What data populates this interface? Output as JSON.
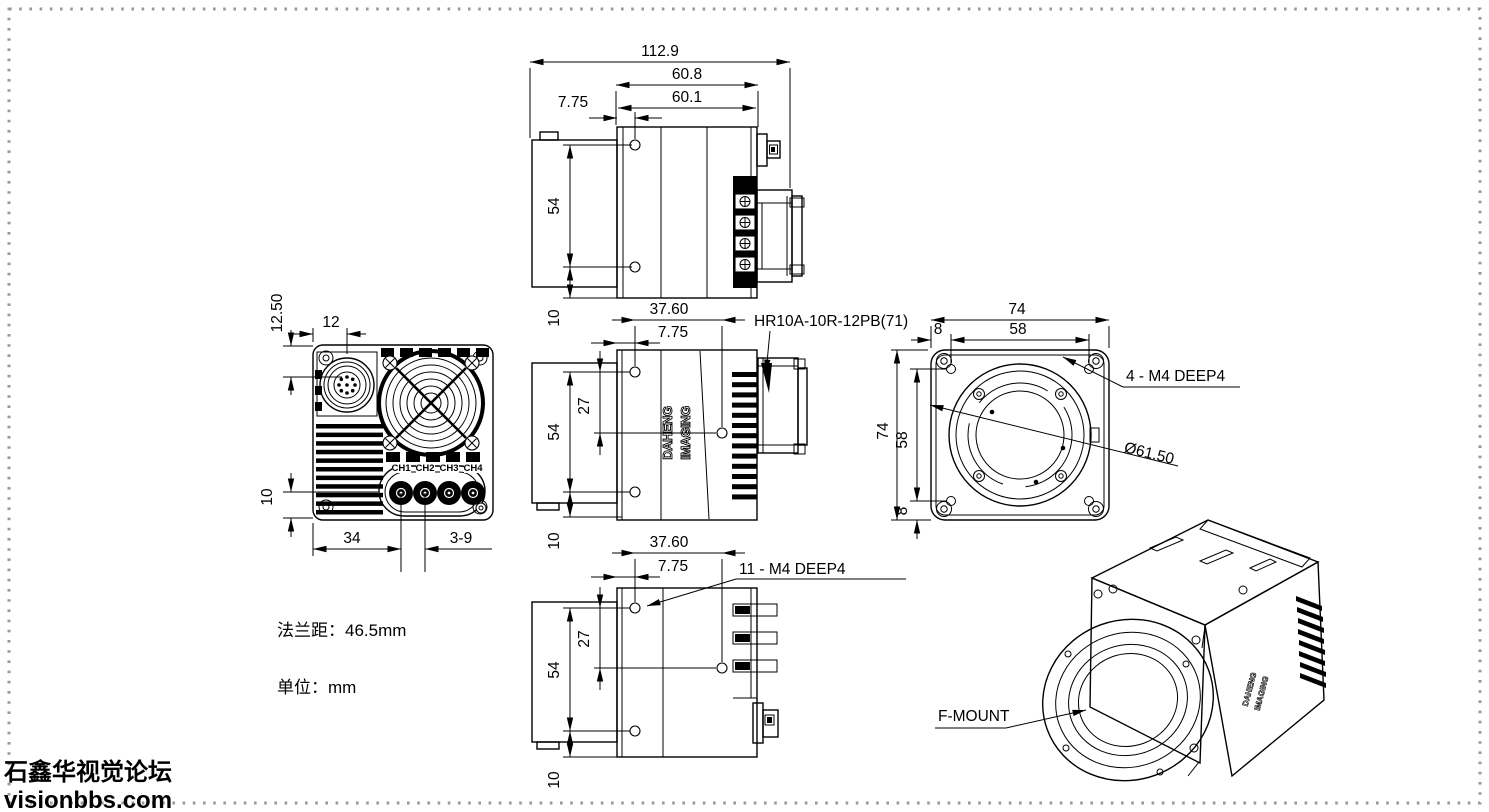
{
  "page": {
    "background": "#ffffff",
    "border_color": "#999999"
  },
  "top_view": {
    "dims": {
      "overall_length": "112.9",
      "outer_width": "60.8",
      "inner_width": "60.1",
      "hole_offset": "7.75",
      "hole_spacing": "54",
      "hole_to_edge": "10"
    }
  },
  "back_view": {
    "dims": {
      "conn_v_offset": "12.50",
      "conn_h_offset": "12",
      "ch_to_bottom": "10",
      "ch1_from_edge": "34",
      "ch_pitch": "3-9"
    },
    "channels": [
      "CH1",
      "CH2",
      "CH3",
      "CH4"
    ]
  },
  "side_view_upper": {
    "connector_label": "HR10A-10R-12PB(71)",
    "dims": {
      "hole_span": "37.60",
      "hole_offset": "7.75",
      "hole_spacing": "54",
      "mid_offset": "27",
      "bottom_offset": "10"
    }
  },
  "front_view": {
    "thread_note": "4 - M4 DEEP4",
    "dims": {
      "width": "74",
      "edge_offset_top": "8",
      "hole_span_h": "58",
      "height": "74",
      "hole_span_v": "58",
      "edge_offset_bottom": "8",
      "flange_diameter": "Ø61.50"
    }
  },
  "side_view_lower": {
    "thread_note": "11 - M4 DEEP4",
    "dims": {
      "hole_span": "37.60",
      "hole_offset": "7.75",
      "hole_spacing": "54",
      "mid_offset": "27",
      "bottom_offset": "10"
    }
  },
  "perspective_view": {
    "mount_label": "F-MOUNT"
  },
  "brand": {
    "line1": "DAHENG",
    "line2": "IMAGING"
  },
  "notes": {
    "flange_distance": "法兰距：46.5mm",
    "units": "单位：mm"
  },
  "watermark": {
    "line1": "石鑫华视觉论坛",
    "line2": "visionbbs.com",
    "color": "#1a10ee"
  }
}
